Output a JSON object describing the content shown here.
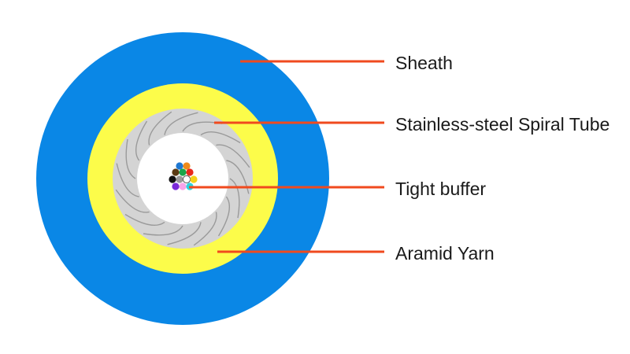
{
  "colors": {
    "sheath": "#0a87e6",
    "aramid_yarn": "#fcfc4a",
    "spiral_tube": "#d4d4d4",
    "spiral_lines": "#9a9a9a",
    "tight_buffer": "#ffffff",
    "leader_lines": "#f04a1e"
  },
  "fibers": [
    {
      "color": "#1f78d1"
    },
    {
      "color": "#ef8a1a"
    },
    {
      "color": "#5a3a14"
    },
    {
      "color": "#1aa54a"
    },
    {
      "color": "#e8281c"
    },
    {
      "color": "#111111"
    },
    {
      "color": "#9a9a9a"
    },
    {
      "color": "#ffffff"
    },
    {
      "color": "#f4d21a"
    },
    {
      "color": "#7a2ad8"
    },
    {
      "color": "#f6a4e8"
    },
    {
      "color": "#2ad4e0"
    }
  ],
  "labels": {
    "sheath": "Sheath",
    "spiral_tube": "Stainless-steel Spiral Tube",
    "tight_buffer": "Tight buffer",
    "aramid_yarn": "Aramid Yarn"
  }
}
